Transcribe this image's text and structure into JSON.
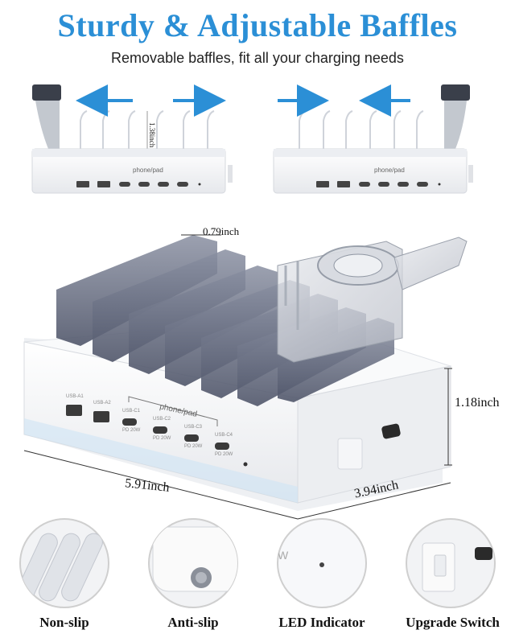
{
  "title": "Sturdy & Adjustable Baffles",
  "subtitle": "Removable baffles, fit all your charging needs",
  "top_panels": {
    "left_height_label": "1.38inch",
    "port_group_label": "phone/pad"
  },
  "main_product": {
    "baffle_gap_label": "0.79inch",
    "height_label": "1.18inch",
    "width_label": "5.91inch",
    "depth_label": "3.94inch",
    "port_group_label": "phone/pad",
    "port_labels": [
      "USB-A1",
      "USB-A2",
      "USB-C1",
      "USB-C2",
      "USB-C3",
      "USB-C4"
    ],
    "power_labels": [
      "PD 20W",
      "PD 20W",
      "PD 20W",
      "PD 20W"
    ]
  },
  "features": [
    {
      "label": "Non-slip",
      "icon": "non-slip-pads-icon"
    },
    {
      "label": "Anti-slip",
      "icon": "anti-slip-foot-icon"
    },
    {
      "label": "LED Indicator",
      "icon": "led-indicator-icon"
    },
    {
      "label": "Upgrade Switch",
      "icon": "switch-icon"
    }
  ],
  "colors": {
    "title": "#2b8fd6",
    "arrow": "#2b8fd6",
    "baffle": "#6b7286",
    "body": "#f4f5f7"
  }
}
